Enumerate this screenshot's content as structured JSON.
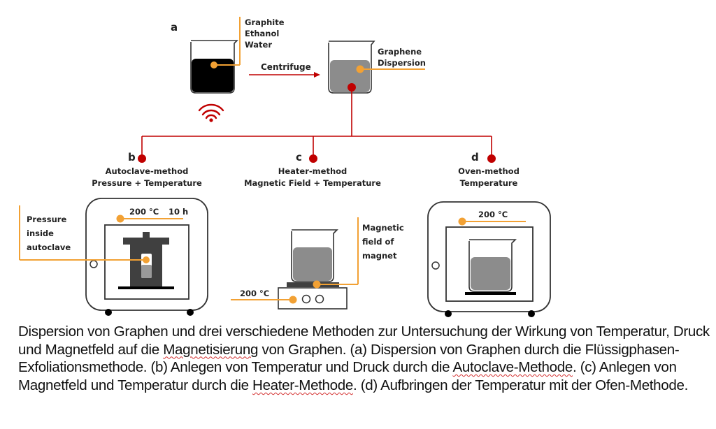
{
  "colors": {
    "accent_red": "#c00000",
    "accent_orange": "#f2a134",
    "liquid_black": "#000000",
    "liquid_gray": "#8c8c8c",
    "autoclave_dark": "#404040",
    "outline": "#333333"
  },
  "panel_a": {
    "letter": "a",
    "input_label_lines": [
      "Graphite",
      "Ethanol",
      "Water"
    ],
    "step_label": "Centrifuge",
    "output_label_lines": [
      "Graphene",
      "Dispersion"
    ],
    "sonication_icon": "ultrasound-waves-icon"
  },
  "panel_b": {
    "letter": "b",
    "title": "Autoclave-method",
    "subtitle": "Pressure + Temperature",
    "temp_label": "200 °C",
    "time_label": "10 h",
    "pressure_label_lines": [
      "Pressure",
      "inside",
      "autoclave"
    ]
  },
  "panel_c": {
    "letter": "c",
    "title": "Heater-method",
    "subtitle": "Magnetic Field + Temperature",
    "temp_label": "200 °C",
    "magnet_label_lines": [
      "Magnetic",
      "field of",
      "magnet"
    ]
  },
  "panel_d": {
    "letter": "d",
    "title": "Oven-method",
    "subtitle": "Temperature",
    "temp_label": "200 °C"
  },
  "caption": {
    "segments": [
      {
        "text": "Dispersion von Graphen und drei verschiedene Methoden zur Untersuchung der Wirkung von Temperatur, Druck und Magnetfeld auf die ",
        "spell": false
      },
      {
        "text": "Magnetisierung",
        "spell": true
      },
      {
        "text": " von Graphen. (a) Dispersion von Graphen durch die Flüssigphasen-Exfoliationsmethode. (b) Anlegen von Temperatur und Druck durch die ",
        "spell": false
      },
      {
        "text": "Autoclave-Methode",
        "spell": true
      },
      {
        "text": ". (c) Anlegen von Magnetfeld und Temperatur durch die ",
        "spell": false
      },
      {
        "text": "Heater-Methode",
        "spell": true
      },
      {
        "text": ". (d) Aufbringen der Temperatur mit der Ofen-Methode.",
        "spell": false
      }
    ]
  }
}
